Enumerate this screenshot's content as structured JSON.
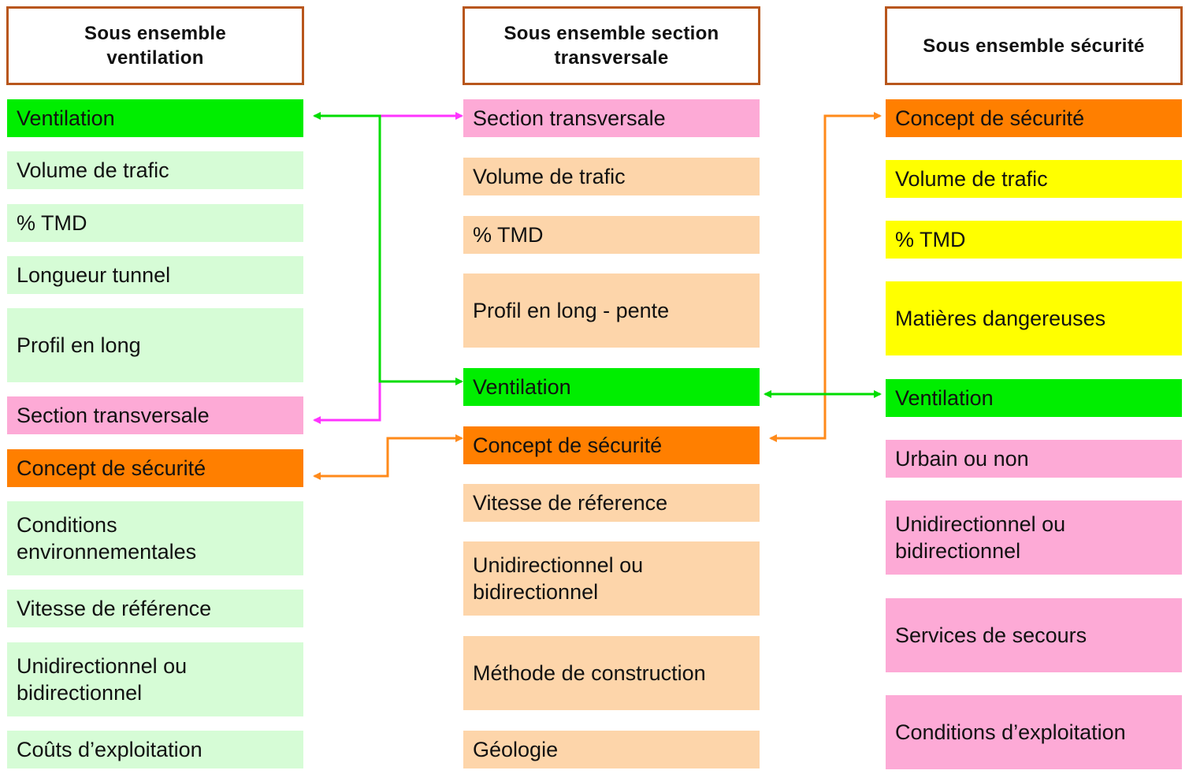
{
  "colors": {
    "header_border": "#b8561c",
    "green_bright": "#00ee00",
    "green_light": "#d6fcd6",
    "pink": "#fdaad6",
    "peach": "#fdd5aa",
    "orange": "#ff7f00",
    "yellow": "#ffff00",
    "arrow_green": "#00dd00",
    "arrow_magenta": "#ff33ff",
    "arrow_orange": "#ff8a1a"
  },
  "columns": [
    {
      "title": "Sous ensemble ventilation",
      "items": [
        {
          "label": "Ventilation",
          "color": "green_bright"
        },
        {
          "label": "Volume de trafic",
          "color": "green_light"
        },
        {
          "label": "% TMD",
          "color": "green_light"
        },
        {
          "label": "Longueur tunnel",
          "color": "green_light"
        },
        {
          "label": "Profil en long",
          "color": "green_light"
        },
        {
          "label": "Section transversale",
          "color": "pink"
        },
        {
          "label": "Concept de sécurité",
          "color": "orange"
        },
        {
          "label": "Conditions environnementales",
          "color": "green_light"
        },
        {
          "label": "Vitesse de référence",
          "color": "green_light"
        },
        {
          "label": "Unidirectionnel ou bidirectionnel",
          "color": "green_light"
        },
        {
          "label": "Coûts d’exploitation",
          "color": "green_light"
        }
      ]
    },
    {
      "title": "Sous ensemble section transversale",
      "items": [
        {
          "label": "Section transversale",
          "color": "pink"
        },
        {
          "label": "Volume de trafic",
          "color": "peach"
        },
        {
          "label": "% TMD",
          "color": "peach"
        },
        {
          "label": "Profil en long - pente",
          "color": "peach"
        },
        {
          "label": "Ventilation",
          "color": "green_bright"
        },
        {
          "label": "Concept de sécurité",
          "color": "orange"
        },
        {
          "label": "Vitesse de réference",
          "color": "peach"
        },
        {
          "label": "Unidirectionnel ou bidirectionnel",
          "color": "peach"
        },
        {
          "label": "Méthode de construction",
          "color": "peach"
        },
        {
          "label": "Géologie",
          "color": "peach"
        }
      ]
    },
    {
      "title": "Sous ensemble sécurité",
      "items": [
        {
          "label": "Concept de sécurité",
          "color": "orange"
        },
        {
          "label": "Volume de trafic",
          "color": "yellow"
        },
        {
          "label": "% TMD",
          "color": "yellow"
        },
        {
          "label": "Matières dangereuses",
          "color": "yellow"
        },
        {
          "label": "Ventilation",
          "color": "green_bright"
        },
        {
          "label": "Urbain ou non",
          "color": "pink"
        },
        {
          "label": "Unidirectionnel ou bidirectionnel",
          "color": "pink"
        },
        {
          "label": "Services de secours",
          "color": "pink"
        },
        {
          "label": "Conditions d’exploitation",
          "color": "pink"
        }
      ]
    }
  ],
  "connectors": [
    {
      "from": "ventilation-col1",
      "to": "ventilation-col2",
      "color": "arrow_green",
      "bidirectional": true
    },
    {
      "from": "section-transversale-col2",
      "to": "section-transversale-col1",
      "color": "arrow_magenta",
      "bidirectional": true
    },
    {
      "from": "concept-securite-col2",
      "to": "concept-securite-col1",
      "color": "arrow_orange",
      "bidirectional": true
    },
    {
      "from": "ventilation-col2",
      "to": "ventilation-col3",
      "color": "arrow_green",
      "bidirectional": true
    },
    {
      "from": "concept-securite-col3",
      "to": "concept-securite-col2",
      "color": "arrow_orange",
      "bidirectional": true
    }
  ]
}
